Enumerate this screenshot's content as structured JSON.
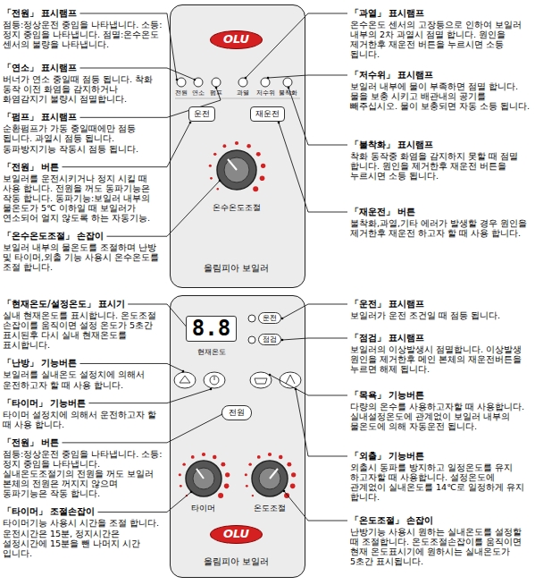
{
  "diagram": {
    "nodes": [
      {
        "text": [
          "온수온도조절",
          "올림피아 보일러"
        ]
      },
      {
        "text": [
          "OLU"
        ],
        "in": 0
      },
      {
        "text": [
          "운전"
        ],
        "in": 0
      },
      {
        "text": [
          "재운전"
        ],
        "in": 0
      },
      {
        "text": [
          "현재온도",
          "타이머",
          "온도조절",
          "올림피아 보일러"
        ]
      },
      {
        "text": [
          "8.8"
        ],
        "in": 4
      },
      {
        "text": [
          "운전"
        ],
        "in": 4
      },
      {
        "text": [
          "점검"
        ],
        "in": 4
      },
      {
        "text": [
          "전원"
        ],
        "in": 4
      },
      {
        "text": [
          "OLU"
        ],
        "in": 4
      }
    ],
    "labels": [
      "「전원」 표시램프",
      "점등:정상운전 중임을 나타냅니다. 소등:정지 중임을 나타냅니다. 점멸:온수온도 센서의 불량을 나타냅니다.",
      "「연소」 표시램프",
      "버너가 연소 중일때 점등 됩니다. 착화 동작 이전 화염을 감지하거나 화염감지기 불량시 점멸합니다.",
      "「펌프」 표시램프",
      "순환펌프가 가동 중일때에만 점등 됩니다. 과열시 점등 됩니다. 동파방지기능 작동시 점등 됩니다.",
      "「전원」 버튼",
      "보일러를 운전시키거나 정지 시킬 때 사용 합니다. 전원을 꺼도 동파기능은 작동 합니다. 동파기능:보일러 내부의 물온도가 5℃ 이하일 때 보일러가 연소되어 얼지 않도록 하는 자동기능.",
      "「온수온도조절」 손잡이",
      "보일러 내부의 물온도를 조절하며 난방 및 타이머,외출 기능 사용시 온수온도를 조절 합니다.",
      "「과열」 표시램프",
      "온수온도 센서의 고장등으로 인하여 보일러 내부의 2차 과열시 점멸 합니다. 원인을 제거한후 재운전 버튼을 누르시면 소등 됩니다.",
      "「저수위」 표시램프",
      "보일러 내부에 물이 부족하면 점멸 합니다. 물을 보충 시키고 배관내의 공기를 빼주십시오. 물이 보충되면 자동 소등 됩니다.",
      "「불착화」 표시램프",
      "착화 동작중 화염을 감지하지 못할 때 점멸 합니다. 원인을 제거한후 재운전 버튼을 누르시면 소등 됩니다.",
      "「재운전」 버튼",
      "불착화,과열,기타 에러가 발생할 경우 원인을 제거한후 재운전 하고자 할 때 사용 합니다.",
      "전원",
      "연소",
      "펌프",
      "과열",
      "저수위",
      "불착화",
      "「현재온도/설정온도」 표시기",
      "실내 현재온도를 표시합니다. 온도조절 손잡이를 움직이면 설정 온도가 5초간 표시된후 다시 실내 현재온도를 표시합니다.",
      "「난방」 기능버튼",
      "보일러를 실내온도 설정치에 의해서 운전하고자 할 때 사용 합니다.",
      "「타이머」 기능버튼",
      "타이머 설정치에 의해서 운전하고자 할 때 사용 합니다.",
      "「전원」 버튼",
      "점등:정상운전 중임을 나타냅니다. 소등:정지 중임을 나타냅니다. 실내온도조절기의 전원을 꺼도 보일러 본체의 전원은 꺼지지 않으며 동파기능은 작동 합니다.",
      "「타이머」 조절손잡이",
      "타이머기능 사용시 시간을 조절 합니다. 운전시간은 15분, 정지시간은 설정시간에 15분을 뺀 나머지 시간 입니다.",
      "「운전」 표시램프",
      "보일러가 운전 조건일 때 점등 됩니다.",
      "「점검」 표시램프",
      "보일러의 이상발생시 점멸합니다. 이상발생 원인을 제거한후 메인 본체의 재운전버튼을 누르면 해제 됩니다.",
      "「목욕」 기능버튼",
      "다량의 온수를 사용하고자할 때 사용합니다. 실내설정온도에 관계없이 보일러 내부의 물온도에 의해 자동운전 됩니다.",
      "「외출」 기능버튼",
      "외출시 동파를 방지하고 일정온도를 유지 하고자할 때 사용합니다. 설정온도에 관계없이 실내온도를 14℃로 일정하게 유지 합니다.",
      "「온도조절」 손잡이",
      "난방기능 사용시 원하는 실내온도를 설정할 때 조절합니다. 온도조절손잡이를 움직이면 현재 온도표시기에 원하시는 실내온도가 5초간 표시됩니다."
    ]
  }
}
